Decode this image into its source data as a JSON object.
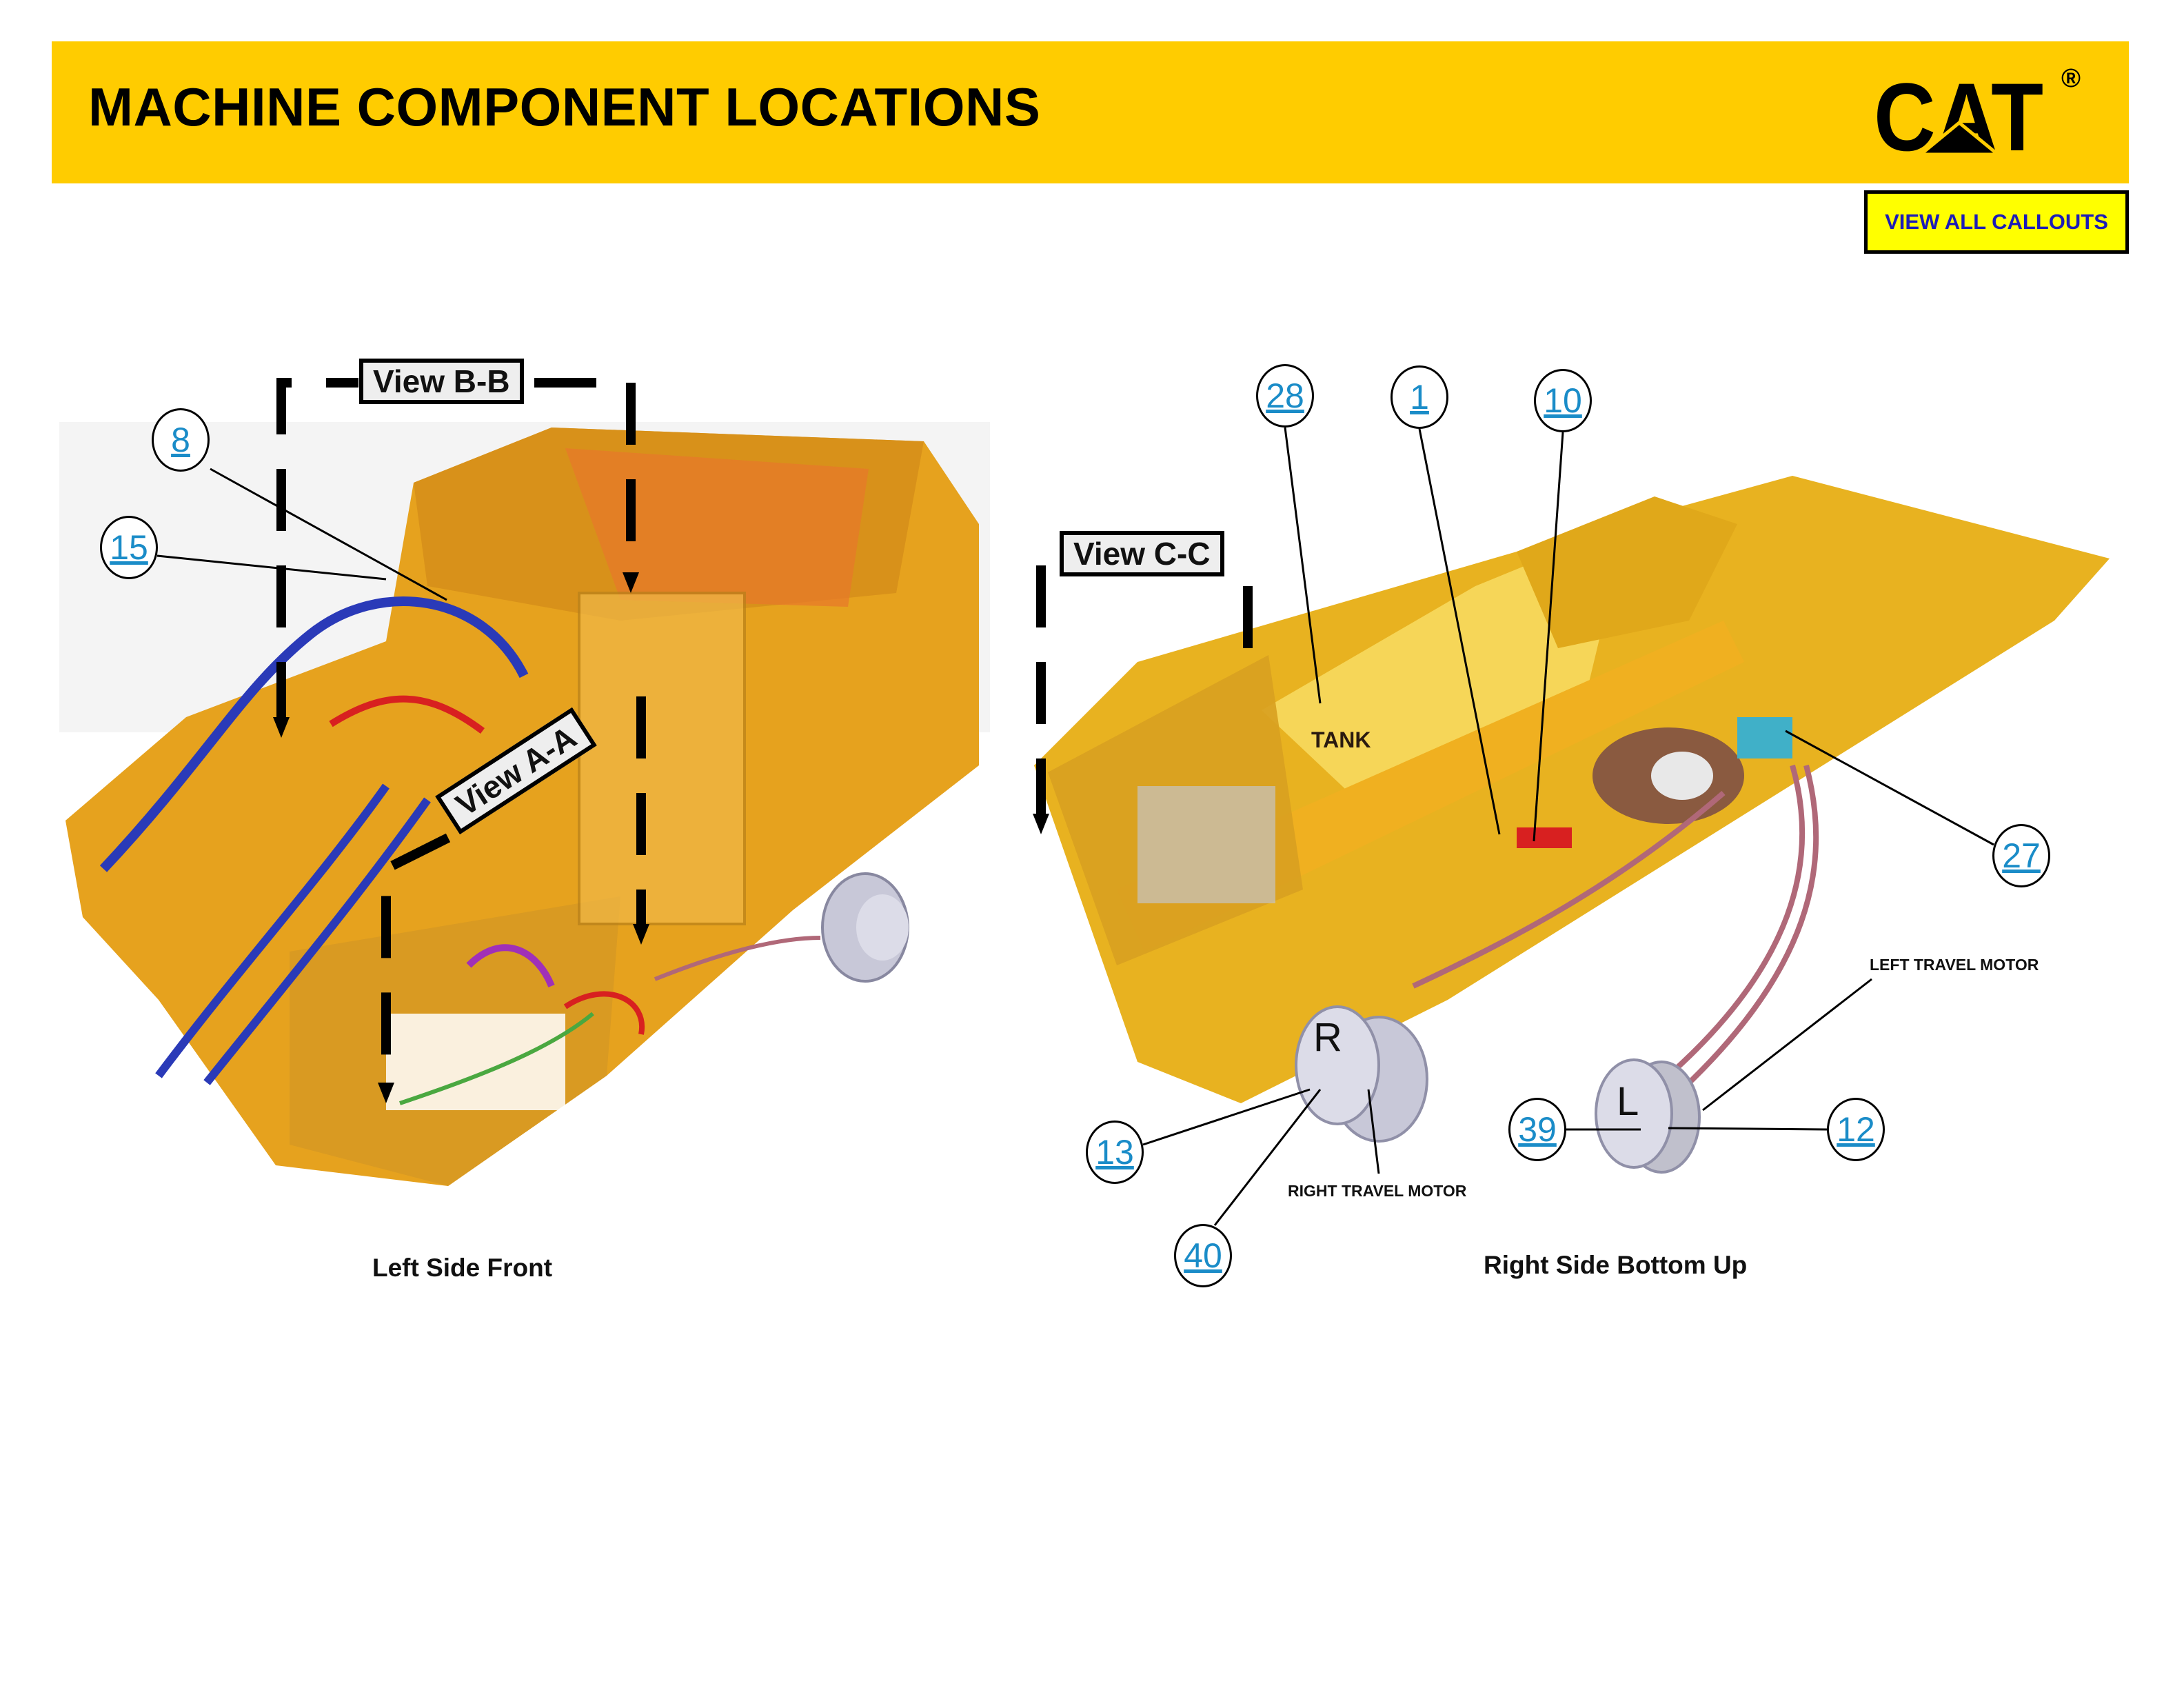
{
  "header": {
    "title": "MACHINE COMPONENT LOCATIONS",
    "logo_text": "CAT",
    "logo_mark": "®",
    "brand_color": "#ffcc00"
  },
  "actions": {
    "view_all_callouts": "VIEW ALL CALLOUTS",
    "button_bg": "#ffff00",
    "button_text_color": "#1c1cb8"
  },
  "left_view": {
    "caption": "Left Side Front",
    "section_views": [
      "View B-B",
      "View A-A"
    ],
    "callouts": [
      "8",
      "15"
    ]
  },
  "right_view": {
    "caption": "Right Side Bottom Up",
    "section_views": [
      "View C-C"
    ],
    "callouts": [
      "28",
      "1",
      "10",
      "27",
      "13",
      "40",
      "39",
      "12"
    ],
    "labels": {
      "tank": "TANK",
      "right_travel_motor": "RIGHT TRAVEL MOTOR",
      "left_travel_motor": "LEFT TRAVEL MOTOR",
      "right_motor_letter": "R",
      "left_motor_letter": "L"
    }
  },
  "colors": {
    "machine_body": "#e8a820",
    "callout_link": "#1a8cc8"
  }
}
